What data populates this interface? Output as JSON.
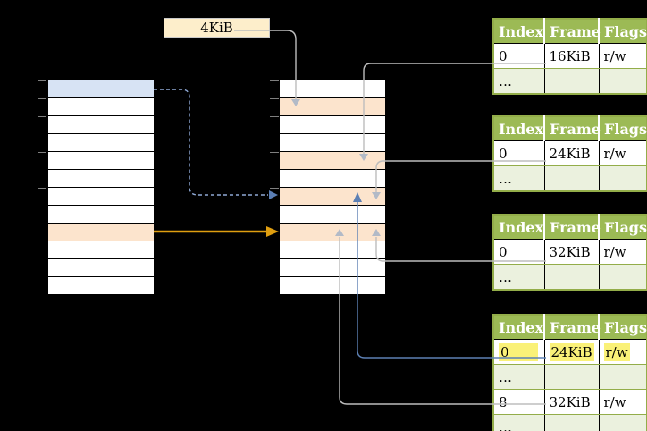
{
  "colors": {
    "background": "#000000",
    "green_header": "#9cba55",
    "green_border": "#93ad49",
    "light_green_row": "#ebf1de",
    "cream": "#fdeecb",
    "cream_border": "#c9c9c9",
    "peach": "#fce4cd",
    "blue_row": "#d7e3f4",
    "yellow_highlight": "#faf178",
    "gray_line": "#bdbdbd",
    "gray_head": "#b2bac7",
    "blue_line": "#5d80b4",
    "dashed_blue": "#8fa9d6",
    "dashed_head": "#5b7fb5",
    "orange": "#df9e10",
    "tick": "#7f7f7f"
  },
  "page_size_box": {
    "label": "4KiB"
  },
  "virtual_memory": {
    "rows": [
      "blue",
      "white",
      "white",
      "white",
      "white",
      "white",
      "white",
      "white",
      "peach",
      "white",
      "white",
      "white"
    ]
  },
  "physical_memory": {
    "rows": [
      "white",
      "peach",
      "white",
      "white",
      "peach",
      "white",
      "peach",
      "white",
      "peach",
      "white",
      "white",
      "white"
    ]
  },
  "page_tables": [
    {
      "name": "page-table-16kib",
      "headers": [
        "Index",
        "Frame",
        "Flags"
      ],
      "rows": [
        {
          "type": "data",
          "highlight": false,
          "cells": [
            "0",
            "16KiB",
            "r/w"
          ]
        },
        {
          "type": "dots",
          "highlight": false,
          "cells": [
            "…",
            "",
            ""
          ]
        }
      ]
    },
    {
      "name": "page-table-24kib",
      "headers": [
        "Index",
        "Frame",
        "Flags"
      ],
      "rows": [
        {
          "type": "data",
          "highlight": false,
          "cells": [
            "0",
            "24KiB",
            "r/w"
          ]
        },
        {
          "type": "dots",
          "highlight": false,
          "cells": [
            "…",
            "",
            ""
          ]
        }
      ]
    },
    {
      "name": "page-table-32kib",
      "headers": [
        "Index",
        "Frame",
        "Flags"
      ],
      "rows": [
        {
          "type": "data",
          "highlight": false,
          "cells": [
            "0",
            "32KiB",
            "r/w"
          ]
        },
        {
          "type": "dots",
          "highlight": false,
          "cells": [
            "…",
            "",
            ""
          ]
        }
      ]
    },
    {
      "name": "page-table-level2",
      "headers": [
        "Index",
        "Frame",
        "Flags"
      ],
      "rows": [
        {
          "type": "data",
          "highlight": true,
          "cells": [
            "0",
            "24KiB",
            "r/w"
          ]
        },
        {
          "type": "dots",
          "highlight": false,
          "cells": [
            "…",
            "",
            ""
          ]
        },
        {
          "type": "data",
          "highlight": false,
          "cells": [
            "8",
            "32KiB",
            "r/w"
          ]
        },
        {
          "type": "dots",
          "highlight": false,
          "cells": [
            "…",
            "",
            ""
          ]
        }
      ]
    }
  ],
  "arrows": [
    {
      "name": "page-size-to-frame",
      "style": "solid",
      "color": "#bdbdbd"
    },
    {
      "name": "pt1-frame-16kib-to-physical",
      "style": "solid",
      "color": "#bdbdbd"
    },
    {
      "name": "pt2-frame-24kib-to-physical",
      "style": "solid",
      "color": "#bdbdbd"
    },
    {
      "name": "pt3-frame-32kib-to-physical",
      "style": "solid",
      "color": "#bdbdbd"
    },
    {
      "name": "pt4-frame-24kib-to-physical",
      "style": "solid",
      "color": "#5d80b4"
    },
    {
      "name": "pt4-frame-32kib-to-physical",
      "style": "solid",
      "color": "#bdbdbd"
    },
    {
      "name": "virtual-page-to-physical-dashed",
      "style": "dashed",
      "color": "#8fa9d6"
    },
    {
      "name": "virtual-page-to-physical-orange",
      "style": "solid",
      "color": "#df9e10"
    }
  ]
}
